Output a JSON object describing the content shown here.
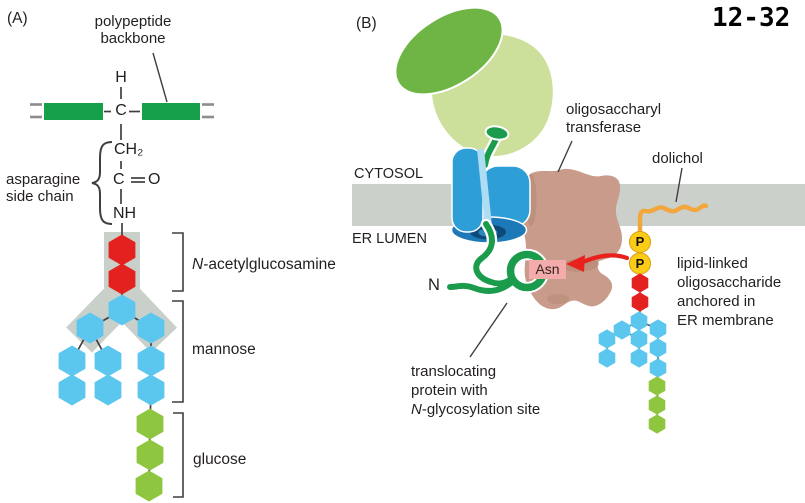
{
  "figure_number": "12-32",
  "panel_a": {
    "label": "(A)",
    "backbone_line1": "polypeptide",
    "backbone_line2": "backbone",
    "asparagine_line1": "asparagine",
    "asparagine_line2": "side chain",
    "chem": {
      "h": "H",
      "c": "C",
      "ch2": "CH₂",
      "c2": "C",
      "o": "O",
      "nh": "NH"
    },
    "glcnac_italic": "N",
    "glcnac_rest": "-acetylglucosamine",
    "mannose": "mannose",
    "glucose": "glucose",
    "glycan_counts": {
      "n_acetylglucosamine": 2,
      "mannose": 9,
      "glucose": 3
    }
  },
  "panel_b": {
    "label": "(B)",
    "cytosol": "CYTOSOL",
    "er_lumen": "ER LUMEN",
    "transferase_line1": "oligosaccharyl",
    "transferase_line2": "transferase",
    "dolichol": "dolichol",
    "lipid_line1": "lipid-linked",
    "lipid_line2": "oligosaccharide",
    "lipid_line3": "anchored in",
    "lipid_line4": "ER membrane",
    "transloc_line1": "translocating",
    "transloc_line2": "protein with",
    "transloc_line3_italic": "N",
    "transloc_line3_rest": "-glycosylation site",
    "n_terminus": "N",
    "asn": "Asn",
    "phosphate": "P"
  },
  "colors": {
    "backbone_green": "#17A04B",
    "glcnac_red": "#E3221F",
    "mannose_blue": "#5BC6EE",
    "glucose_green": "#8FC640",
    "glycan_gray": "#C9CFC9",
    "membrane_gray": "#CBD0CB",
    "ribosome_dark_green": "#6FB545",
    "ribosome_light_green": "#CCE09B",
    "translocon_blue": "#2E9ED7",
    "translocon_dark_blue": "#1E79B8",
    "translocon_navy": "#0D4A77",
    "channel_light_blue": "#AEDCF2",
    "transferase_tan": "#C89B8A",
    "transferase_shadow": "#B2846F",
    "strand_green": "#1B9C4D",
    "dolichol_orange": "#F2A63C",
    "phosphate_yellow": "#FBCC16",
    "asn_pink": "#F4ABAB",
    "arrow_red": "#E8211D",
    "text_dark": "#231F20"
  }
}
